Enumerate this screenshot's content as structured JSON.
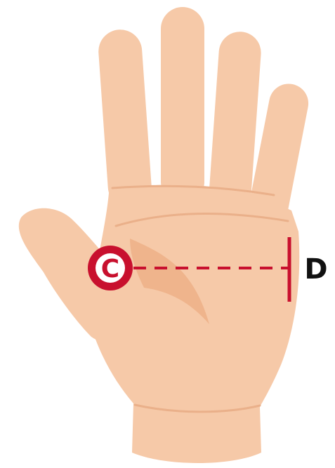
{
  "diagram": {
    "subject": "hand-palm-measurement",
    "markers": {
      "start_label": "C",
      "end_label": "D"
    },
    "colors": {
      "skin": "#f6c9a8",
      "skin_shadow": "#efb48c",
      "skin_crease": "#eab08a",
      "accent_red": "#c8102e",
      "label_black": "#111111",
      "background": "#ffffff"
    }
  }
}
